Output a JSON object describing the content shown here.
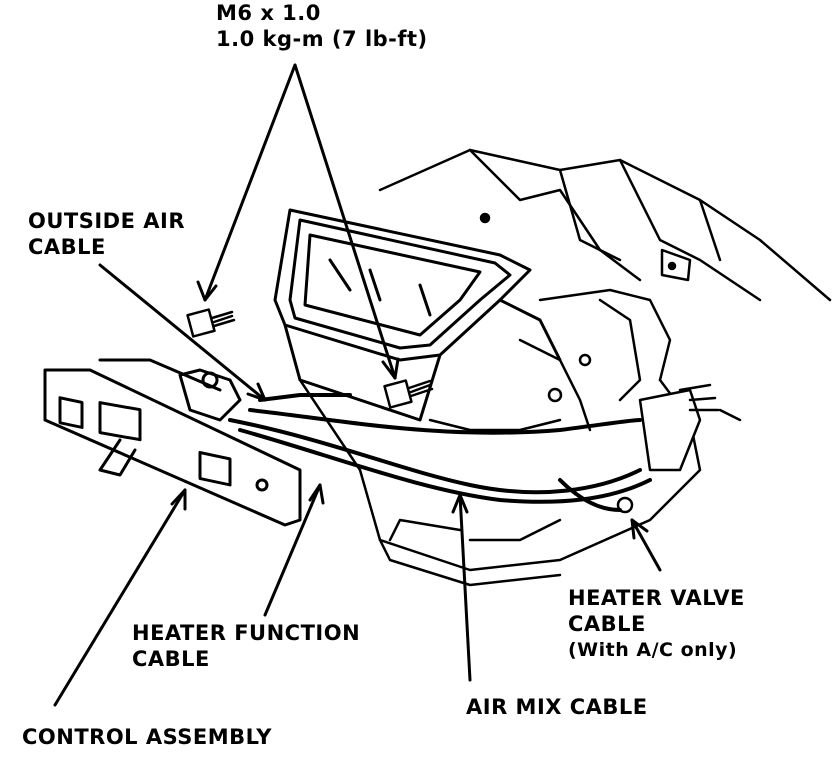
{
  "labels": {
    "bolt_spec": {
      "line1": "M6 x 1.0",
      "line2": "1.0 kg-m (7 lb-ft)"
    },
    "outside_air_cable": {
      "line1": "OUTSIDE AIR",
      "line2": "CABLE"
    },
    "heater_function_cable": {
      "line1": "HEATER FUNCTION",
      "line2": "CABLE"
    },
    "heater_valve_cable": {
      "line1": "HEATER VALVE",
      "line2": "CABLE",
      "line3": "(With A/C only)"
    },
    "air_mix_cable": "AIR MIX CABLE",
    "control_assembly": "CONTROL ASSEMBLY"
  },
  "colors": {
    "ink": "#000000",
    "paper": "#ffffff"
  }
}
